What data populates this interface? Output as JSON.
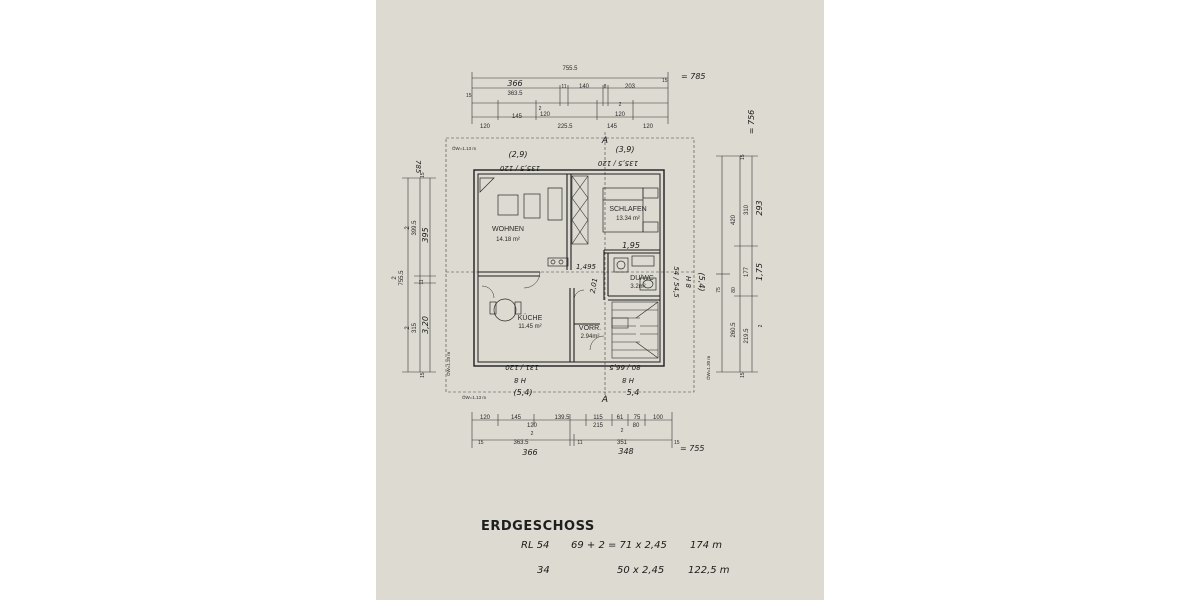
{
  "rooms": {
    "wohnen": {
      "name": "WOHNEN",
      "area": "14.18 m²"
    },
    "schlafen": {
      "name": "SCHLAFEN",
      "area": "13.34 m²"
    },
    "duwc": {
      "name": "DU/WC",
      "area": "3.2m²"
    },
    "kueche": {
      "name": "KÜCHE",
      "area": "11.45 m²"
    },
    "vorr": {
      "name": "VORR.",
      "area": "2.94m²"
    }
  },
  "dims_top": {
    "overall": "755.5",
    "overall_hand": "= 785",
    "seg_hand_a": "366",
    "seg_a": "363.5",
    "seg_b": "11",
    "seg_c": "140",
    "seg_d": "8",
    "seg_e": "203",
    "edge_l": "15",
    "edge_r": "15",
    "row2_a": "120",
    "row2_b": "145",
    "row2_c": "225.5",
    "row2_d": "145",
    "row2_e": "120",
    "row2_m1": "2",
    "row2_m2": "2",
    "row3_a": "120",
    "row3_b": "120"
  },
  "dims_bottom": {
    "row1": [
      "120",
      "145",
      "139.5",
      "115",
      "61",
      "75",
      "100"
    ],
    "row1_sub_a": "120",
    "row1_sub_b": "215",
    "row1_sub_c": "80",
    "marks_a": "2",
    "marks_b": "2",
    "overall_a": "363.5",
    "overall_b": "11",
    "overall_c": "351",
    "edge_l": "15",
    "edge_r": "15",
    "hand_a": "366",
    "hand_b": "348",
    "hand_total": "= 755"
  },
  "dims_left": {
    "overall": "755.5",
    "upper": "399.5",
    "upper_hand": "395",
    "lower": "315",
    "lower_hand": "3,20",
    "mid": "11",
    "edge_t": "15",
    "edge_b": "15",
    "mark_a": "2",
    "mark_b": "2",
    "mark_c": "2",
    "top_hand": "785"
  },
  "dims_right": {
    "overall_hand": "= 756",
    "a": "420",
    "b": "310",
    "b_hand": "293",
    "c": "177",
    "c_hand": "1,75",
    "d": "75",
    "e": "80",
    "f": "260.5",
    "g": "219.5",
    "edge_t": "15",
    "edge_b": "15",
    "mark": "2"
  },
  "openings": {
    "top_left": "135,5 / 120",
    "top_right": "135,5 / 120",
    "top_left_hand": "(2,9)",
    "top_right_hand": "(3,9)",
    "bottom_left": "131 / 120",
    "bottom_right": "80 / 66,5",
    "bottom_left_hand": "(5,4)",
    "bottom_right_hand": "5,4",
    "bottom_left_mark": "H 8",
    "bottom_right_mark": "H 8",
    "right_side": "54 / 54,5",
    "right_side_hand": "(5,4)",
    "right_mark": "H 8",
    "door_1": "1,95",
    "door_2": "1,495",
    "door_3": "2,01"
  },
  "notes_plan": {
    "ow_top": "ÖW=1.13 m",
    "ow_left": "ÖW=1.20 m",
    "ow_bottom": "ÖW=1.13 m",
    "ow_right": "ÖW=1.30 m",
    "section": "A"
  },
  "title": "ERDGESCHOSS",
  "notes": [
    {
      "label": "RL 54",
      "calc": "69 + 2 = 71 x 2,45",
      "result": "174 m"
    },
    {
      "label": "34",
      "calc": "50 x 2,45",
      "result": "122,5 m"
    }
  ]
}
